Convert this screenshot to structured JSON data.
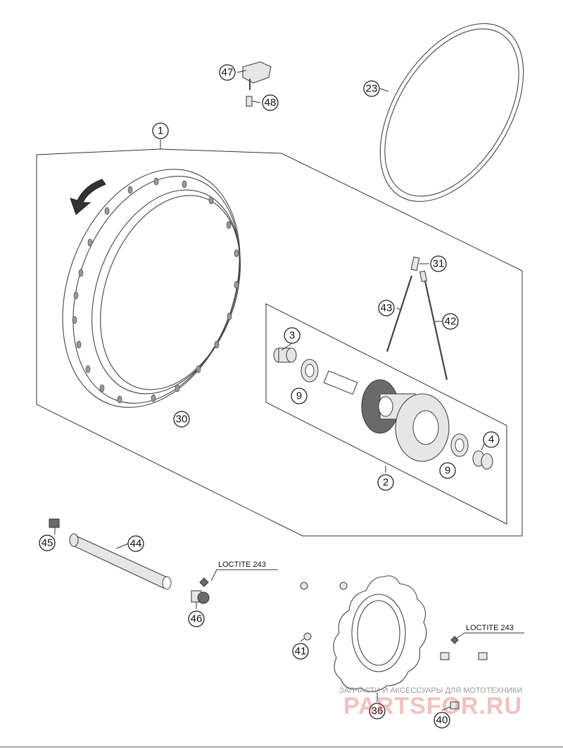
{
  "callouts": [
    "47",
    "48",
    "23",
    "1",
    "31",
    "43",
    "42",
    "3",
    "9",
    "2",
    "4",
    "30",
    "45",
    "44",
    "46",
    "41",
    "36",
    "40"
  ],
  "notes": {
    "loctite_a": "LOCTITE 243",
    "loctite_b": "LOCTITE 243"
  },
  "watermark": {
    "line1": "ЗАПЧАСТИ И АКСЕССУАРЫ ДЛЯ МОТОТЕХНИКИ",
    "line2": "PARTSFOR.RU"
  }
}
